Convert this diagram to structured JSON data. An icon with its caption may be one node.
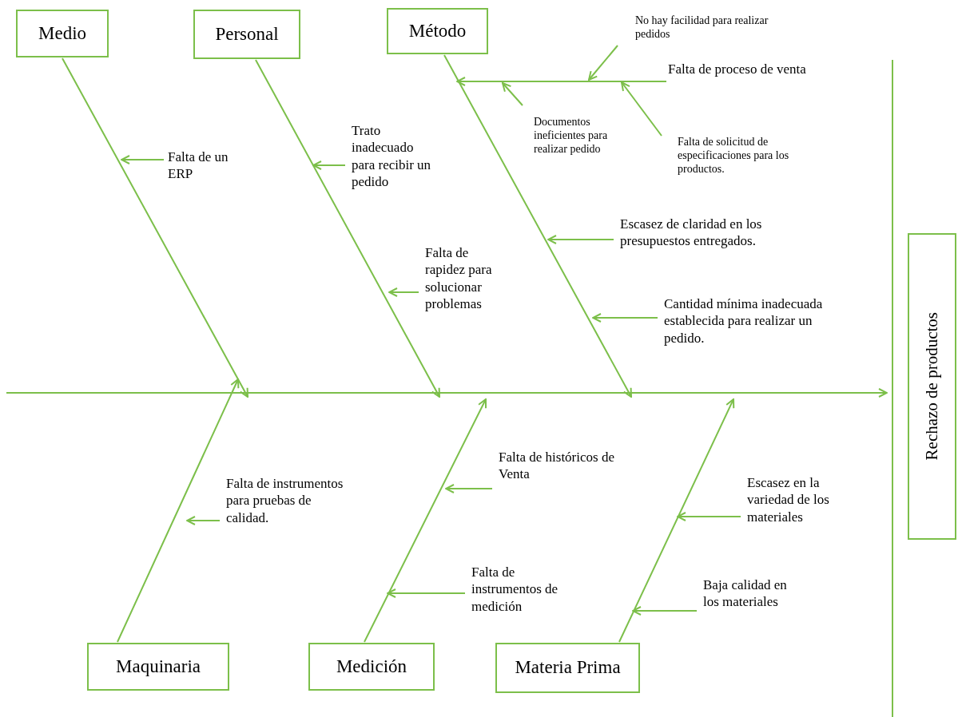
{
  "diagram": {
    "nodes": [
      {
        "text": [
          "Medio"
        ]
      },
      {
        "text": [
          "Personal"
        ]
      },
      {
        "text": [
          "Método"
        ]
      },
      {
        "text": [
          "Maquinaria"
        ]
      },
      {
        "text": [
          "Medición"
        ]
      },
      {
        "text": [
          "Materia Prima"
        ]
      },
      {
        "text": [
          "Rechazo de productos"
        ]
      },
      {
        "text": [
          "Falta de un ERP"
        ]
      },
      {
        "text": [
          "Trato inadecuado para recibir un pedido"
        ]
      },
      {
        "text": [
          "Falta de rapidez para solucionar problemas"
        ]
      },
      {
        "text": [
          "No hay facilidad para realizar pedidos"
        ]
      },
      {
        "text": [
          "Falta de proceso de venta"
        ]
      },
      {
        "text": [
          "Documentos ineficientes para realizar pedido"
        ]
      },
      {
        "text": [
          "Falta de solicitud de especificaciones para los productos."
        ]
      },
      {
        "text": [
          "Escasez de claridad en los presupuestos entregados."
        ]
      },
      {
        "text": [
          "Cantidad mínima inadecuada establecida para realizar un pedido."
        ]
      },
      {
        "text": [
          "Falta de instrumentos para pruebas de calidad."
        ]
      },
      {
        "text": [
          "Falta de históricos de Venta"
        ]
      },
      {
        "text": [
          "Falta de instrumentos de medición"
        ]
      },
      {
        "text": [
          "Escasez en la variedad de los materiales"
        ]
      },
      {
        "text": [
          "Baja calidad en los materiales"
        ]
      }
    ],
    "edges": [
      {
        "from": 0,
        "to": null,
        "arrow": "to"
      },
      {
        "from": 1,
        "to": null,
        "arrow": "to"
      },
      {
        "from": 2,
        "to": null,
        "arrow": "to"
      },
      {
        "from": 3,
        "to": null,
        "arrow": "to"
      },
      {
        "from": 4,
        "to": null,
        "arrow": "to"
      },
      {
        "from": 5,
        "to": null,
        "arrow": "to"
      },
      {
        "from": null,
        "to": 6,
        "arrow": "to"
      },
      {
        "from": 7,
        "to": null,
        "arrow": "to"
      },
      {
        "from": 8,
        "to": null,
        "arrow": "to"
      },
      {
        "from": 9,
        "to": null,
        "arrow": "to"
      },
      {
        "from": 10,
        "to": null,
        "arrow": "to"
      },
      {
        "from": 11,
        "to": null,
        "arrow": "to"
      },
      {
        "from": 12,
        "to": null,
        "arrow": "to"
      },
      {
        "from": 13,
        "to": null,
        "arrow": "to"
      },
      {
        "from": 14,
        "to": null,
        "arrow": "to"
      },
      {
        "from": 15,
        "to": null,
        "arrow": "to"
      },
      {
        "from": 16,
        "to": null,
        "arrow": "to"
      },
      {
        "from": 17,
        "to": null,
        "arrow": "to"
      },
      {
        "from": 18,
        "to": null,
        "arrow": "to"
      },
      {
        "from": 19,
        "to": null,
        "arrow": "to"
      },
      {
        "from": 20,
        "to": null,
        "arrow": "to"
      }
    ]
  }
}
